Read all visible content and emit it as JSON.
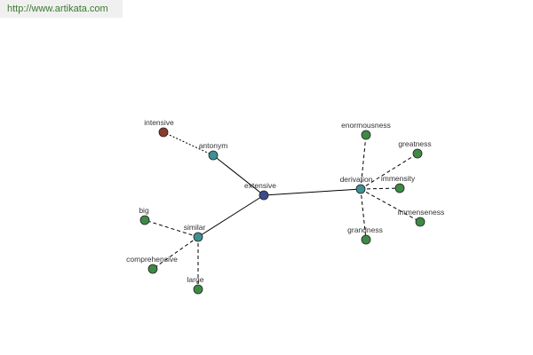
{
  "header": {
    "url": "http://www.artikata.com"
  },
  "colors": {
    "center": "#3b4a8c",
    "relation": "#3f8f93",
    "word": "#3e8a45",
    "antonym_word": "#8a3a2e"
  },
  "graph": {
    "nodes": [
      {
        "id": "extensive",
        "label": "extensive",
        "kind": "center"
      },
      {
        "id": "antonym",
        "label": "antonym",
        "kind": "relation"
      },
      {
        "id": "similar",
        "label": "similar",
        "kind": "relation"
      },
      {
        "id": "derivation",
        "label": "derivation",
        "kind": "relation"
      },
      {
        "id": "intensive",
        "label": "intensive",
        "kind": "antonym_word"
      },
      {
        "id": "big",
        "label": "big",
        "kind": "word"
      },
      {
        "id": "comprehensive",
        "label": "comprehensive",
        "kind": "word"
      },
      {
        "id": "large",
        "label": "large",
        "kind": "word"
      },
      {
        "id": "enormousness",
        "label": "enormousness",
        "kind": "word"
      },
      {
        "id": "greatness",
        "label": "greatness",
        "kind": "word"
      },
      {
        "id": "immensity",
        "label": "immensity",
        "kind": "word"
      },
      {
        "id": "immenseness",
        "label": "immenseness",
        "kind": "word"
      },
      {
        "id": "grandness",
        "label": "grandness",
        "kind": "word"
      }
    ],
    "edges": [
      {
        "from": "extensive",
        "to": "antonym",
        "style": "solid"
      },
      {
        "from": "extensive",
        "to": "similar",
        "style": "solid"
      },
      {
        "from": "extensive",
        "to": "derivation",
        "style": "solid"
      },
      {
        "from": "antonym",
        "to": "intensive",
        "style": "dotted"
      },
      {
        "from": "similar",
        "to": "big",
        "style": "dashed"
      },
      {
        "from": "similar",
        "to": "comprehensive",
        "style": "dashed"
      },
      {
        "from": "similar",
        "to": "large",
        "style": "dashed"
      },
      {
        "from": "derivation",
        "to": "enormousness",
        "style": "dashed"
      },
      {
        "from": "derivation",
        "to": "greatness",
        "style": "dashed"
      },
      {
        "from": "derivation",
        "to": "immensity",
        "style": "dashed"
      },
      {
        "from": "derivation",
        "to": "immenseness",
        "style": "dashed"
      },
      {
        "from": "derivation",
        "to": "grandness",
        "style": "dashed"
      }
    ]
  }
}
